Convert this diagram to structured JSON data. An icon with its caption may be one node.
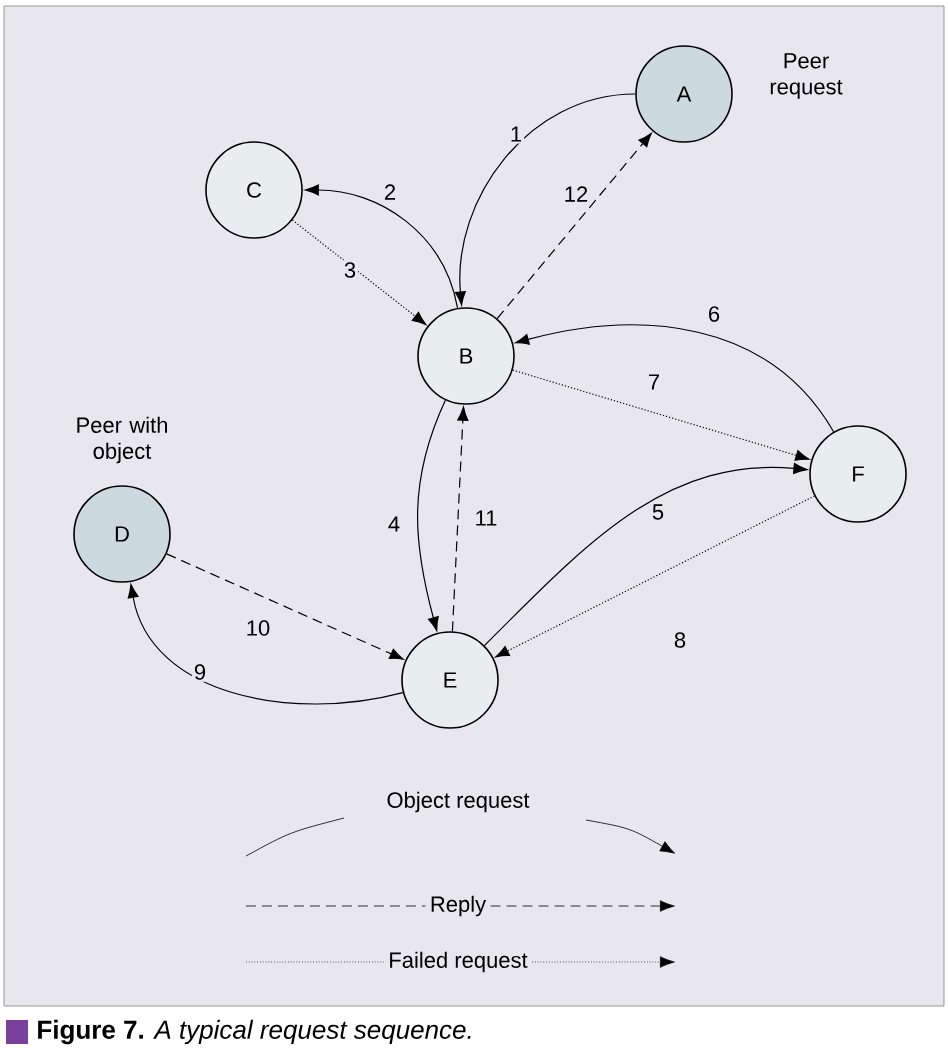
{
  "diagram": {
    "caption": "**Figure 7.** *A typical request sequence.*",
    "nodes": [
      {
        "text": [
          "A"
        ],
        "beside": [
          "Peer request"
        ]
      },
      {
        "text": [
          "B"
        ]
      },
      {
        "text": [
          "C"
        ]
      },
      {
        "text": [
          "D"
        ],
        "beside": [
          "Peer with object"
        ]
      },
      {
        "text": [
          "E"
        ]
      },
      {
        "text": [
          "F"
        ]
      }
    ],
    "edges": [
      {
        "from": 0,
        "to": 1,
        "arrow": "to",
        "label": "1"
      },
      {
        "from": 1,
        "to": 2,
        "arrow": "to",
        "label": "2"
      },
      {
        "from": 2,
        "to": 1,
        "arrow": "to",
        "label": "3",
        "style": "dashed"
      },
      {
        "from": 1,
        "to": 4,
        "arrow": "to",
        "label": "4"
      },
      {
        "from": 4,
        "to": 5,
        "arrow": "to",
        "label": "5"
      },
      {
        "from": 5,
        "to": 1,
        "arrow": "to",
        "label": "6"
      },
      {
        "from": 1,
        "to": 5,
        "arrow": "to",
        "label": "7",
        "style": "dashed"
      },
      {
        "from": 5,
        "to": 4,
        "arrow": "to",
        "label": "8",
        "style": "dashed"
      },
      {
        "from": 4,
        "to": 3,
        "arrow": "to",
        "label": "9"
      },
      {
        "from": 3,
        "to": 4,
        "arrow": "to",
        "label": "10",
        "style": "dashed"
      },
      {
        "from": 4,
        "to": 1,
        "arrow": "to",
        "label": "11",
        "style": "dashed"
      },
      {
        "from": 1,
        "to": 0,
        "arrow": "to",
        "label": "12",
        "style": "dashed"
      }
    ],
    "legend": [
      {
        "text": "Object request"
      },
      {
        "text": "Reply"
      },
      {
        "text": "Failed request"
      }
    ]
  }
}
